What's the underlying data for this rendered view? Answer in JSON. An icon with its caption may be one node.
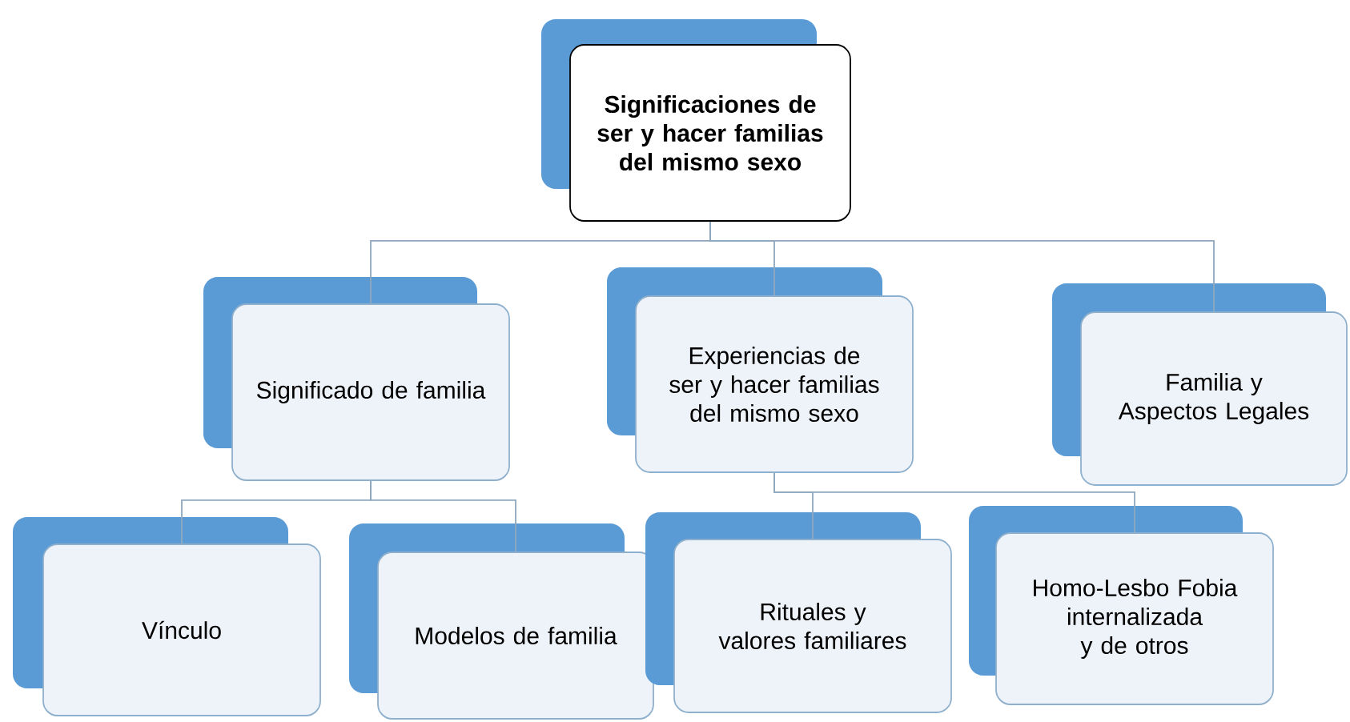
{
  "diagram": {
    "nodes": [
      {
        "text": [
          "Significaciones de ser y hacer familias del mismo sexo"
        ]
      },
      {
        "text": [
          "Significado de familia"
        ]
      },
      {
        "text": [
          "Experiencias de ser y hacer familias del mismo sexo"
        ]
      },
      {
        "text": [
          "Familia y Aspectos Legales"
        ]
      },
      {
        "text": [
          "Vínculo"
        ]
      },
      {
        "text": [
          "Modelos de familia"
        ]
      },
      {
        "text": [
          "Rituales y valores familiares"
        ]
      },
      {
        "text": [
          "Homo-Lesbo Fobia internalizada y de otros"
        ]
      }
    ],
    "edges": [
      {
        "from": 0,
        "to": 1,
        "arrow": "none"
      },
      {
        "from": 0,
        "to": 2,
        "arrow": "none"
      },
      {
        "from": 0,
        "to": 3,
        "arrow": "none"
      },
      {
        "from": 1,
        "to": 4,
        "arrow": "none"
      },
      {
        "from": 1,
        "to": 5,
        "arrow": "none"
      },
      {
        "from": 2,
        "to": 6,
        "arrow": "none"
      },
      {
        "from": 2,
        "to": 7,
        "arrow": "none"
      }
    ]
  }
}
